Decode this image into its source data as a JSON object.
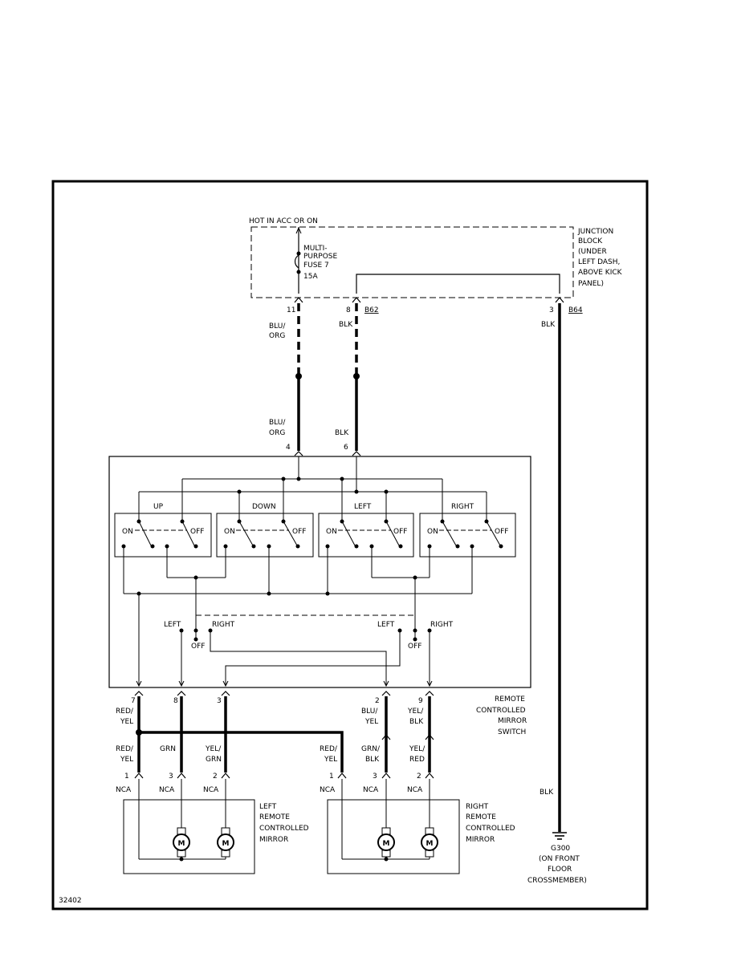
{
  "figure_id": "32402",
  "junction_block": {
    "hot_label": "HOT IN ACC OR ON",
    "fuse_line1": "MULTI-",
    "fuse_line2": "PURPOSE",
    "fuse_line3": "FUSE 7",
    "fuse_line4": "15A",
    "name_line1": "JUNCTION",
    "name_line2": "BLOCK",
    "name_line3": "(UNDER",
    "name_line4": "LEFT DASH,",
    "name_line5": "ABOVE KICK",
    "name_line6": "PANEL)",
    "pin11": "11",
    "pin8": "8",
    "pin3": "3",
    "connector_b62": "B62",
    "connector_b64": "B64",
    "wire_blu_org_1": "BLU/",
    "wire_blu_org_2": "ORG",
    "wire_blk": "BLK",
    "wire_blk_right": "BLK"
  },
  "switch": {
    "wire_blu_org_1": "BLU/",
    "wire_blu_org_2": "ORG",
    "wire_blk": "BLK",
    "pin4": "4",
    "pin6": "6",
    "up": "UP",
    "down": "DOWN",
    "left": "LEFT",
    "right": "RIGHT",
    "on": "ON",
    "off": "OFF",
    "selector_left": "LEFT",
    "selector_right": "RIGHT",
    "selector_off": "OFF",
    "name_line1": "REMOTE",
    "name_line2": "CONTROLLED",
    "name_line3": "MIRROR",
    "name_line4": "SWITCH",
    "out_pins": [
      "7",
      "8",
      "3",
      "2",
      "9"
    ],
    "out_wires_top": [
      [
        "RED/",
        "YEL"
      ],
      [
        "",
        ""
      ],
      [
        "",
        ""
      ],
      [
        "BLU/",
        "YEL"
      ],
      [
        "YEL/",
        "BLK"
      ]
    ],
    "out_wires_bottom": [
      [
        "RED/",
        "YEL"
      ],
      [
        "GRN",
        ""
      ],
      [
        "YEL/",
        "GRN"
      ],
      [
        "RED/",
        "YEL"
      ],
      [
        "GRN/",
        "BLK"
      ],
      [
        "YEL/",
        "RED"
      ]
    ]
  },
  "mirrors": {
    "pins": [
      "1",
      "3",
      "2",
      "1",
      "3",
      "2"
    ],
    "nca": "NCA",
    "motor": "M",
    "left_line1": "LEFT",
    "left_line2": "REMOTE",
    "left_line3": "CONTROLLED",
    "left_line4": "MIRROR",
    "right_line1": "RIGHT",
    "right_line2": "REMOTE",
    "right_line3": "CONTROLLED",
    "right_line4": "MIRROR"
  },
  "ground": {
    "wire": "BLK",
    "name": "G300",
    "line1": "(ON FRONT",
    "line2": "FLOOR",
    "line3": "CROSSMEMBER)"
  }
}
